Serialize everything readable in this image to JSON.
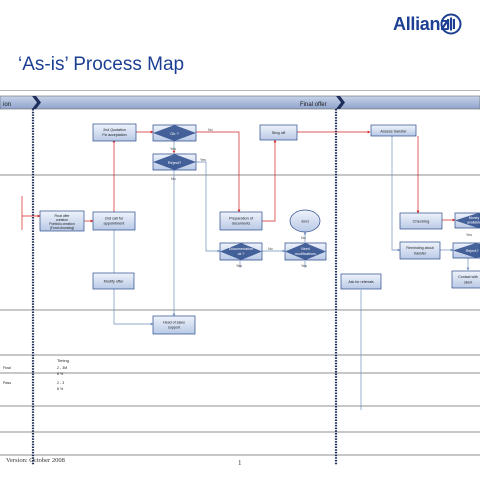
{
  "header": {
    "brand": "Allianz",
    "title": "‘As-is’ Process Map"
  },
  "phases": {
    "left_fragment": "ion",
    "final_offer": "Final offer"
  },
  "nodes": {
    "n1": [
      "2nd Quotation",
      "Fix acceptation"
    ],
    "n2": [
      "Ok ?"
    ],
    "n3": [
      "Reject?"
    ],
    "n4": [
      "Sing off"
    ],
    "n5": [
      "Assess transfer"
    ],
    "n6": [
      "Final offer",
      "creation",
      "Portfolio creation",
      "(Fund choosing)"
    ],
    "n7": [
      "2nd call for",
      "appointment"
    ],
    "n8": [
      "Preparation of",
      "documents"
    ],
    "n9": [
      "End"
    ],
    "n10": [
      "Checking"
    ],
    "n11": [
      "Money",
      "available"
    ],
    "n12": [
      "Reminding about",
      "transfer"
    ],
    "n13": [
      "Reject?"
    ],
    "n14": [
      "Documentation",
      "ok ?"
    ],
    "n15": [
      "Need",
      "modifications"
    ],
    "n16": [
      "Modify offer"
    ],
    "n17": [
      "Ask for referrals"
    ],
    "n18": [
      "Contact with",
      "client"
    ],
    "n19": [
      "Head of sales",
      "support"
    ]
  },
  "edge_labels": {
    "yes_top": "Yes",
    "no_ok": "No",
    "yes_reject": "Yes",
    "no_reject": "No",
    "no_doc": "No",
    "yes_doc": "Yes",
    "no_end": "No",
    "yes_need": "Yes",
    "yes_money": "Yes"
  },
  "bottom_table": {
    "heading": "Timing",
    "rows": [
      {
        "label": "Final",
        "value1": "2 - 3M",
        "value2": "8 %"
      },
      {
        "label": "Pass",
        "value1": "2 - 3",
        "value2": "8 %"
      }
    ]
  },
  "footer": {
    "version": "Version: October 2008",
    "page": "1"
  }
}
